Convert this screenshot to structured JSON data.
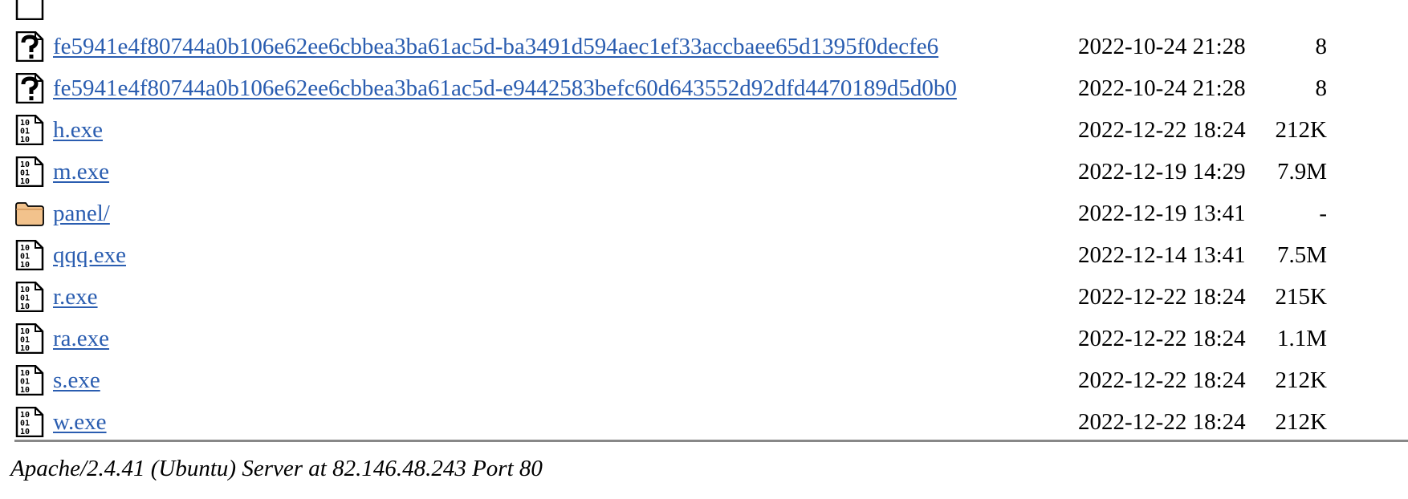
{
  "listing": {
    "rows": [
      {
        "icon": "generic-file-icon",
        "name": "",
        "date": "",
        "size": ""
      },
      {
        "icon": "unknown-file-icon",
        "name": "fe5941e4f80744a0b106e62ee6cbbea3ba61ac5d-ba3491d594aec1ef33accbaee65d1395f0decfe6",
        "date": "2022-10-24 21:28",
        "size": "8"
      },
      {
        "icon": "unknown-file-icon",
        "name": "fe5941e4f80744a0b106e62ee6cbbea3ba61ac5d-e9442583befc60d643552d92dfd4470189d5d0b0",
        "date": "2022-10-24 21:28",
        "size": "8"
      },
      {
        "icon": "binary-file-icon",
        "name": "h.exe",
        "date": "2022-12-22 18:24",
        "size": "212K"
      },
      {
        "icon": "binary-file-icon",
        "name": "m.exe",
        "date": "2022-12-19 14:29",
        "size": "7.9M"
      },
      {
        "icon": "folder-icon",
        "name": "panel/",
        "date": "2022-12-19 13:41",
        "size": "-"
      },
      {
        "icon": "binary-file-icon",
        "name": "qqq.exe",
        "date": "2022-12-14 13:41",
        "size": "7.5M"
      },
      {
        "icon": "binary-file-icon",
        "name": "r.exe",
        "date": "2022-12-22 18:24",
        "size": "215K"
      },
      {
        "icon": "binary-file-icon",
        "name": "ra.exe",
        "date": "2022-12-22 18:24",
        "size": "1.1M"
      },
      {
        "icon": "binary-file-icon",
        "name": "s.exe",
        "date": "2022-12-22 18:24",
        "size": "212K"
      },
      {
        "icon": "binary-file-icon",
        "name": "w.exe",
        "date": "2022-12-22 18:24",
        "size": "212K"
      }
    ]
  },
  "footer": {
    "server_signature": "Apache/2.4.41 (Ubuntu) Server at 82.146.48.243 Port 80"
  },
  "colors": {
    "link": "#2a5db0",
    "rule": "#888888",
    "folder": "#f2c28c"
  }
}
